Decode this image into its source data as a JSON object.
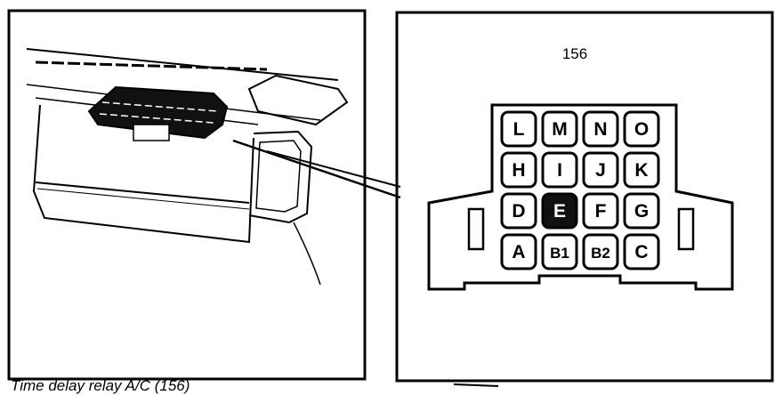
{
  "caption": "Time delay relay A/C (156)",
  "connector": {
    "number": "156",
    "highlighted_pin": "E",
    "pins": [
      [
        "L",
        "M",
        "N",
        "O"
      ],
      [
        "H",
        "I",
        "J",
        "K"
      ],
      [
        "D",
        "E",
        "F",
        "G"
      ],
      [
        "A",
        "B1",
        "B2",
        "C"
      ]
    ]
  }
}
